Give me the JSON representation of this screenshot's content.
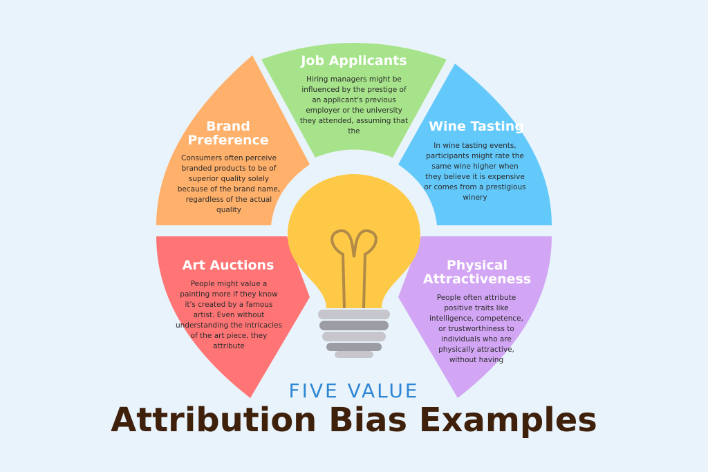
{
  "segments": [
    {
      "key": "art",
      "title": [
        "Art Auctions"
      ],
      "body": "People might value a painting more if they know it's created by a famous artist. Even without understanding the intricacies of the art piece, they attribute",
      "color": "#ff7575"
    },
    {
      "key": "brand",
      "title": [
        "Brand",
        "Preference"
      ],
      "body": "Consumers often perceive branded products to be of superior quality solely because of the brand name, regardless of the actual quality",
      "color": "#ffb06a"
    },
    {
      "key": "job",
      "title": [
        "Job Applicants"
      ],
      "body": "Hiring managers might be influenced by the prestige of an applicant's previous employer or the university they attended, assuming that the",
      "color": "#a6e38a"
    },
    {
      "key": "wine",
      "title": [
        "Wine Tasting"
      ],
      "body": "In wine tasting events, participants might rate the same wine higher when they believe it is expensive or comes from a prestigious winery",
      "color": "#63c9fb"
    },
    {
      "key": "physical",
      "title": [
        "Physical",
        "Attractiveness"
      ],
      "body": "People often attribute positive traits like intelligence, competence, or trustworthiness to individuals who are physically attractive, without having",
      "color": "#d2a6f4"
    }
  ],
  "footer": {
    "subtitle": "FIVE VALUE",
    "title": "Attribution Bias Examples"
  },
  "colors": {
    "background": "#e9f3fb",
    "subtitle": "#2d86d4",
    "title": "#3e200b",
    "bulb": "#fdc947",
    "filament": "#b18a48",
    "base_light": "#c6c6cc",
    "base_dark": "#9c9ca4"
  },
  "icons": {
    "center": "light-bulb-icon"
  }
}
